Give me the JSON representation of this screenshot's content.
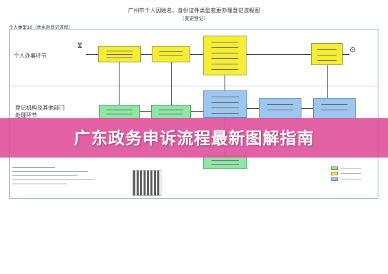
{
  "document": {
    "title": "广州市个人因姓名、身份证件类型变更办理登记流程图",
    "subtitle": "（变更登记）",
    "type_label": "个人类型10（优化后登记流程）",
    "lanes": [
      {
        "label": "个人办事环节"
      },
      {
        "label": "登记机构及其他部门"
      },
      {
        "label": "处理环节"
      }
    ]
  },
  "banner": {
    "text": "广东政务申诉流程最新图解指南"
  },
  "colors": {
    "yellow": "#f6ee35",
    "green": "#8ee7a5",
    "blue": "#9dc7ee",
    "banner": "#e0539c",
    "frame": "#7aa7cf"
  }
}
